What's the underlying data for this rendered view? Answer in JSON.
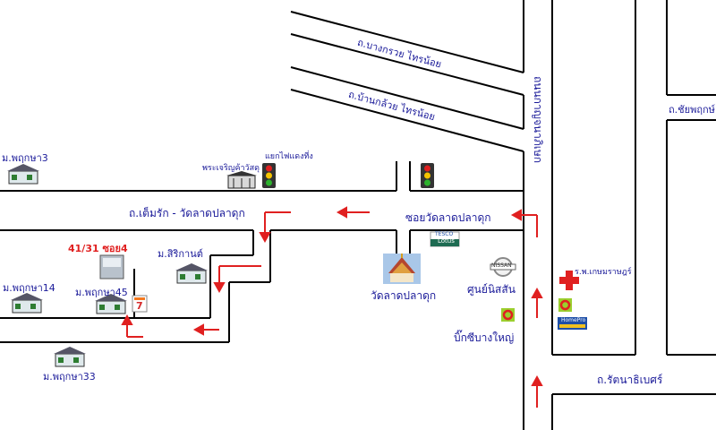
{
  "roads": {
    "bangkruai_sainoi": "ถ.บางกรวย ไทรน้อย",
    "bankluay_sainoi": "ถ.บ้านกล้วย ไทรน้อย",
    "kanchanaphisek": "ถนนกาญจนาภิเษก",
    "chaiyaphruek": "ถ.ชัยพฤกษ์",
    "temrak_watladpladuk": "ถ.เต็มรัก - วัดลาดปลาดุก",
    "soi_watladpladuk": "ซอยวัดลาดปลาดุก",
    "rattanathibet": "ถ.รัตนาธิเบศร์"
  },
  "places": {
    "mobaan_phruksa3": "ม.พฤกษา3",
    "pharoen_kha_wassadu": "พระเจริญค้าวัสดุ",
    "traffic_light_label": "แยกไฟแดงที่ง",
    "address": "41/31 ซอย4",
    "mobaan_sirikan": "ม.สิริกานต์",
    "mobaan_phruksa14": "ม.พฤกษา14",
    "mobaan_phruksa45": "ม.พฤกษา45",
    "mobaan_phruksa33": "ม.พฤกษา33",
    "wat_ladpladuk": "วัดลาดปลาดุก",
    "nissan_center": "ศูนย์นิสสัน",
    "bigc_bangyai": "บิ๊กซีบางใหญ่",
    "hospital": "ร.พ.เกษมราษฎร์",
    "tesco": "TESCO",
    "lotus": "Lotus",
    "homepro": "HomePro",
    "nissan_logo": "NISSAN"
  },
  "colors": {
    "road": "#000000",
    "arrow": "#e02020",
    "label": "#1a1a99",
    "hospital_cross": "#e02020"
  }
}
